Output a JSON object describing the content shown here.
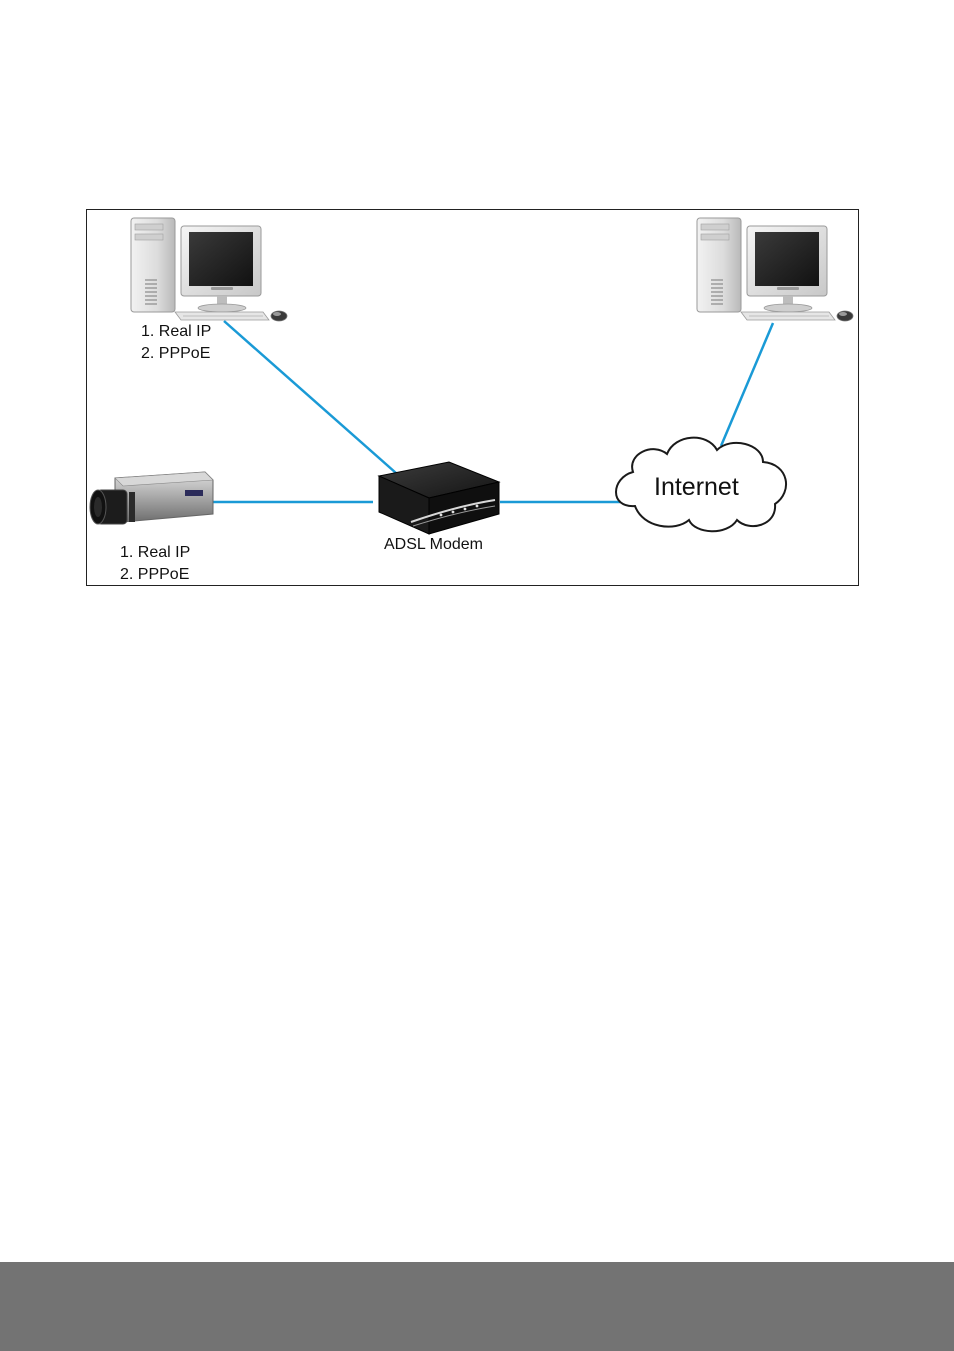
{
  "diagram": {
    "pc_left": {
      "line1": "1. Real IP",
      "line2": "2. PPPoE"
    },
    "camera": {
      "line1": "1. Real IP",
      "line2": "2. PPPoE"
    },
    "modem": {
      "label": "ADSL Modem"
    },
    "cloud": {
      "label": "Internet"
    },
    "colors": {
      "link": "#1a9ad6",
      "frame": "#222222",
      "footer": "#737373"
    },
    "icons": [
      "desktop-computer-icon",
      "desktop-computer-icon",
      "ip-camera-icon",
      "adsl-modem-icon",
      "internet-cloud-icon"
    ]
  },
  "footer": {
    "color": "#737373"
  }
}
